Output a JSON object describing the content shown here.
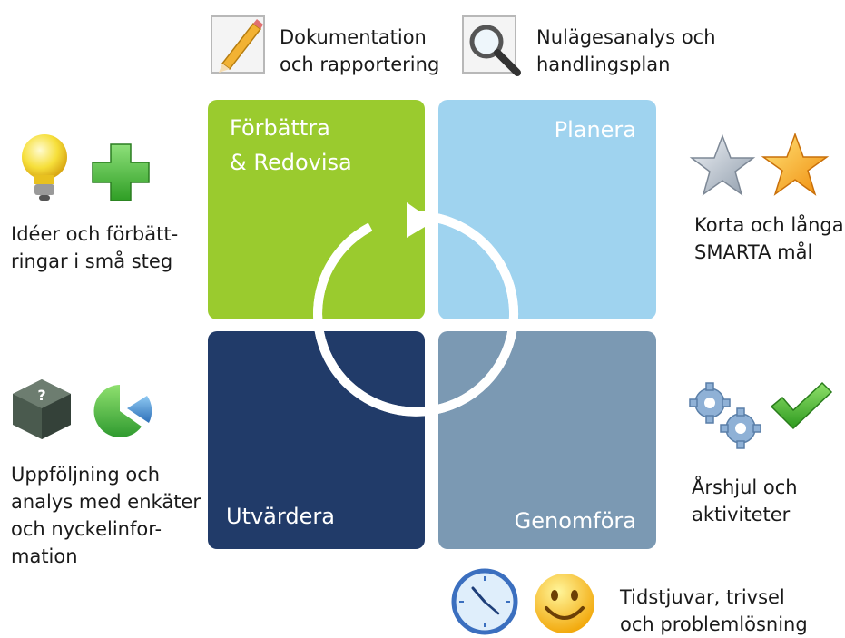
{
  "quadrants": {
    "improve": {
      "line1": "Förbättra",
      "line2": "& Redovisa",
      "color": "#9acb2e"
    },
    "plan": {
      "label": "Planera",
      "color": "#9fd3ef"
    },
    "evaluate": {
      "label": "Utvärdera",
      "color": "#213b69"
    },
    "execute": {
      "label": "Genomföra",
      "color": "#7b99b3"
    }
  },
  "annotations": {
    "documentation": {
      "icon": "pencil-icon",
      "line1": "Dokumentation",
      "line2": "och rapportering"
    },
    "analysis": {
      "icon": "magnifier-icon",
      "line1": "Nulägesanalys och",
      "line2": "handlingsplan"
    },
    "ideas": {
      "icons": [
        "lightbulb-icon",
        "plus-icon"
      ],
      "line1": "Idéer och förbätt-",
      "line2": "ringar i små steg"
    },
    "goals": {
      "icons": [
        "silver-star-icon",
        "gold-star-icon"
      ],
      "line1": "Korta och långa",
      "line2": "SMARTA mål"
    },
    "followup": {
      "icons": [
        "question-cube-icon",
        "pie-chart-icon"
      ],
      "line1": "Uppföljning och",
      "line2": "analys med enkäter",
      "line3": "och nyckelinfor-",
      "line4": "mation"
    },
    "yearwheel": {
      "icons": [
        "gears-icon",
        "checkmark-icon"
      ],
      "line1": "Årshjul och",
      "line2": "aktiviteter"
    },
    "wellbeing": {
      "icons": [
        "clock-icon",
        "smiley-icon"
      ],
      "line1": "Tidstjuvar, trivsel",
      "line2": "och problemlösning"
    }
  }
}
